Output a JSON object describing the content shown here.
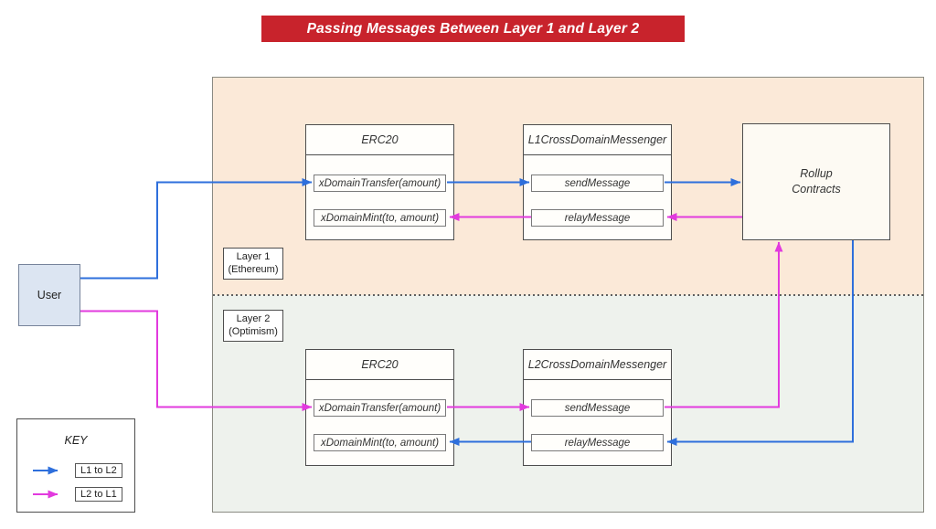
{
  "title": "Passing Messages Between Layer 1 and Layer 2",
  "colors": {
    "banner_red": "#c8232c",
    "l1_bg": "#fbe9d8",
    "l2_bg": "#eef2ed",
    "arrow_blue": "#2e6fdc",
    "arrow_magenta": "#e23ade",
    "user_fill": "#dce5f2",
    "user_border": "#76839b",
    "box_border": "#4d4d4d",
    "chip_border": "#7a7a7a",
    "container_border": "#8a8a82"
  },
  "user": {
    "label": "User"
  },
  "layer1": {
    "region_label": {
      "line1": "Layer 1",
      "line2": "(Ethereum)"
    },
    "erc20": {
      "title": "ERC20",
      "methods": [
        "xDomainTransfer(amount)",
        "xDomainMint(to, amount)"
      ]
    },
    "messenger": {
      "title": "L1CrossDomainMessenger",
      "methods": [
        "sendMessage",
        "relayMessage"
      ]
    },
    "rollup": {
      "line1": "Rollup",
      "line2": "Contracts"
    }
  },
  "layer2": {
    "region_label": {
      "line1": "Layer 2",
      "line2": "(Optimism)"
    },
    "erc20": {
      "title": "ERC20",
      "methods": [
        "xDomainTransfer(amount)",
        "xDomainMint(to, amount)"
      ]
    },
    "messenger": {
      "title": "L2CrossDomainMessenger",
      "methods": [
        "sendMessage",
        "relayMessage"
      ]
    }
  },
  "key": {
    "title": "KEY",
    "entries": [
      {
        "label": "L1 to L2",
        "direction": "blue"
      },
      {
        "label": "L2 to L1",
        "direction": "magenta"
      }
    ]
  }
}
